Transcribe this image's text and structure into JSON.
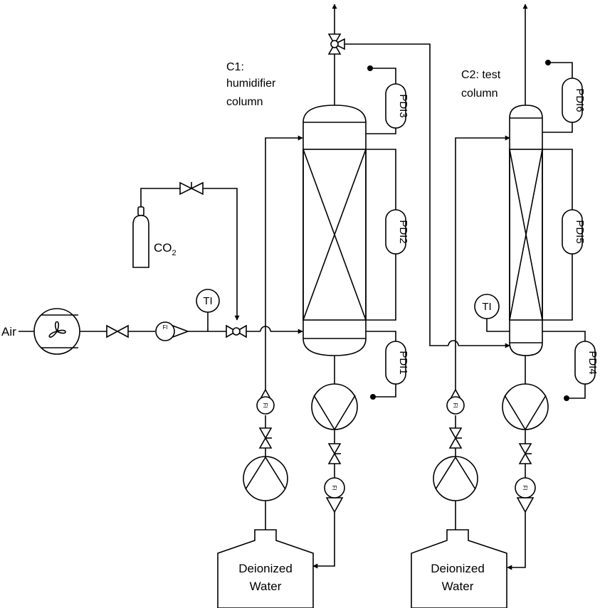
{
  "labels": {
    "air": "Air",
    "co2_main": "CO",
    "co2_sub": "2",
    "c1_title_1": "C1:",
    "c1_title_2": "humidifier",
    "c1_title_3": "column",
    "c2_title_1": "C2: test",
    "c2_title_2": "column",
    "tank_line_1": "Deionized",
    "tank_line_2": "Water"
  },
  "instruments": {
    "ti": "TI",
    "fi": "FI",
    "pdi1": "PDI1",
    "pdi2": "PDI2",
    "pdi3": "PDI3",
    "pdi4": "PDI4",
    "pdi5": "PDI5",
    "pdi6": "PDI6"
  },
  "icons": [
    "blower-icon",
    "valve-icon",
    "three-way-valve-icon",
    "pump-icon",
    "flow-indicator-icon",
    "gas-cylinder-icon",
    "tank-icon",
    "column-icon"
  ]
}
